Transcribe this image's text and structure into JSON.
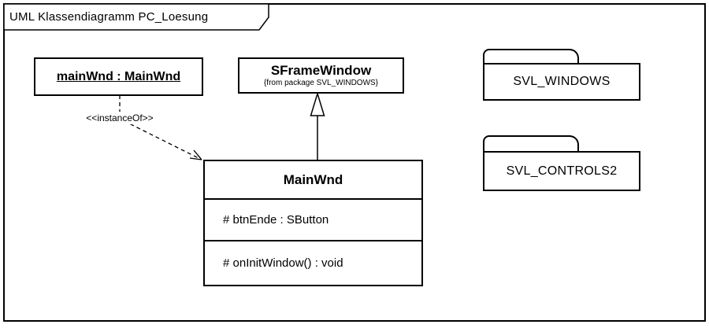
{
  "frame": {
    "title": "UML Klassendiagramm PC_Loesung"
  },
  "object_box": {
    "label": "mainWnd : MainWnd"
  },
  "dependency": {
    "stereotype": "<<instanceOf>>"
  },
  "superclass_box": {
    "name": "SFrameWindow",
    "origin_note": "{from package SVL_WINDOWS}"
  },
  "class_box": {
    "name": "MainWnd",
    "attributes": [
      "# btnEnde : SButton"
    ],
    "operations": [
      "# onInitWindow() : void"
    ]
  },
  "packages": [
    {
      "name": "SVL_WINDOWS"
    },
    {
      "name": "SVL_CONTROLS2"
    }
  ],
  "colors": {
    "line": "#000000",
    "background": "#ffffff",
    "text": "#000000"
  }
}
